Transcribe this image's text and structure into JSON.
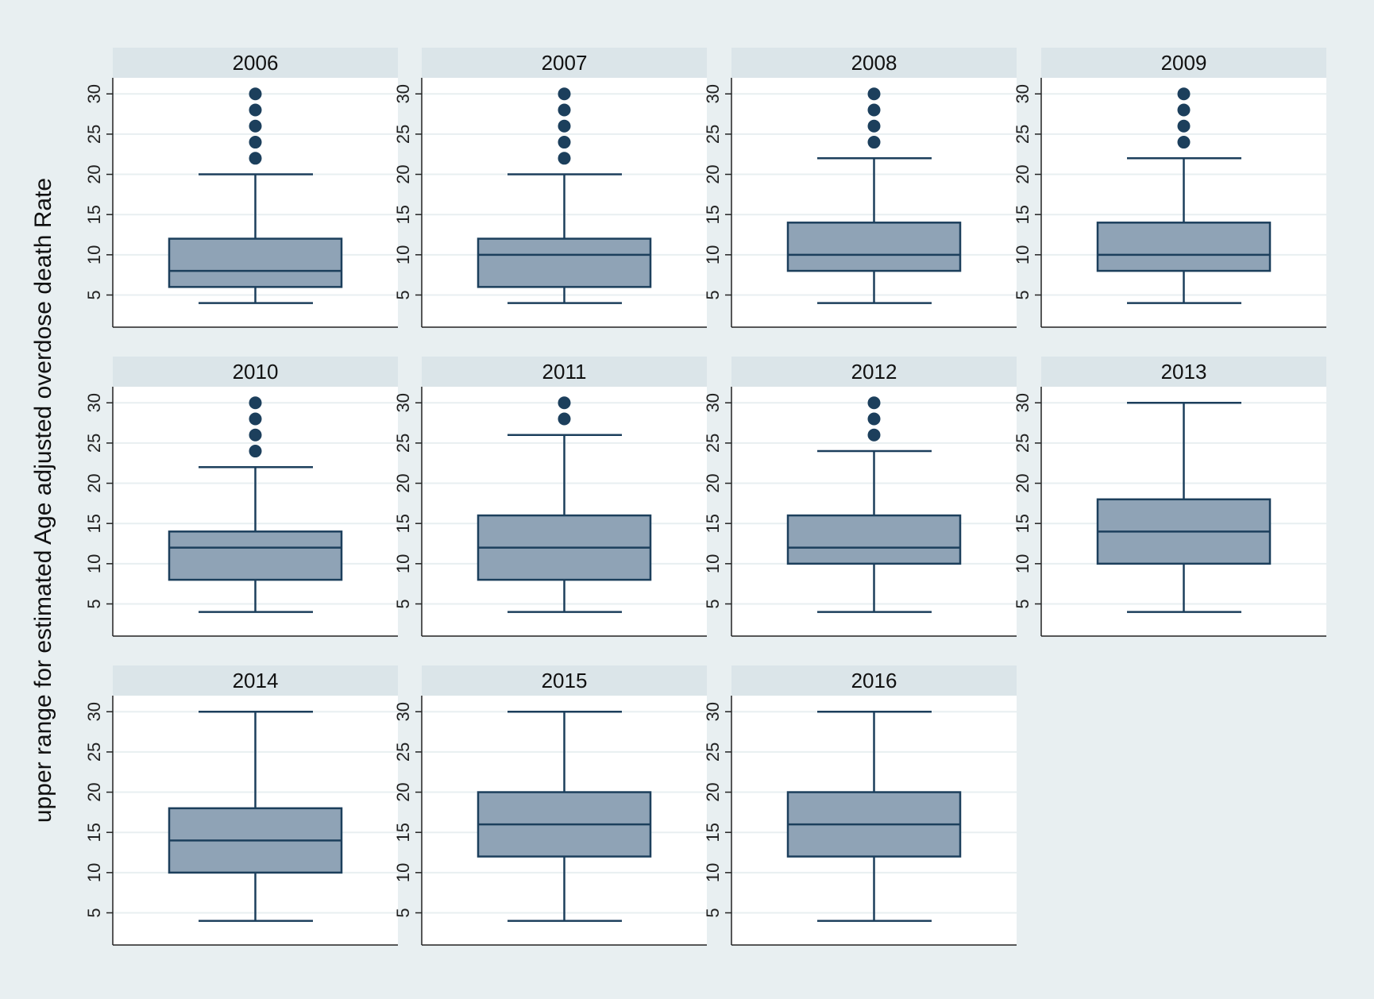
{
  "chart_data": {
    "type": "box",
    "ylabel": "upper range for estimated Age adjusted overdose death Rate",
    "ylim": [
      1,
      32
    ],
    "yticks": [
      5,
      10,
      15,
      20,
      25,
      30
    ],
    "grid": true,
    "panels": [
      {
        "title": "2006",
        "min": 4,
        "q1": 6,
        "median": 8,
        "q3": 12,
        "max": 20,
        "outliers": [
          22,
          24,
          26,
          28,
          30
        ]
      },
      {
        "title": "2007",
        "min": 4,
        "q1": 6,
        "median": 10,
        "q3": 12,
        "max": 20,
        "outliers": [
          22,
          24,
          26,
          28,
          30
        ]
      },
      {
        "title": "2008",
        "min": 4,
        "q1": 8,
        "median": 10,
        "q3": 14,
        "max": 22,
        "outliers": [
          24,
          26,
          28,
          30
        ]
      },
      {
        "title": "2009",
        "min": 4,
        "q1": 8,
        "median": 10,
        "q3": 14,
        "max": 22,
        "outliers": [
          24,
          26,
          28,
          30
        ]
      },
      {
        "title": "2010",
        "min": 4,
        "q1": 8,
        "median": 12,
        "q3": 14,
        "max": 22,
        "outliers": [
          24,
          26,
          28,
          30
        ]
      },
      {
        "title": "2011",
        "min": 4,
        "q1": 8,
        "median": 12,
        "q3": 16,
        "max": 26,
        "outliers": [
          28,
          30
        ]
      },
      {
        "title": "2012",
        "min": 4,
        "q1": 10,
        "median": 12,
        "q3": 16,
        "max": 24,
        "outliers": [
          26,
          28,
          30
        ]
      },
      {
        "title": "2013",
        "min": 4,
        "q1": 10,
        "median": 14,
        "q3": 18,
        "max": 30,
        "outliers": []
      },
      {
        "title": "2014",
        "min": 4,
        "q1": 10,
        "median": 14,
        "q3": 18,
        "max": 30,
        "outliers": []
      },
      {
        "title": "2015",
        "min": 4,
        "q1": 12,
        "median": 16,
        "q3": 20,
        "max": 30,
        "outliers": []
      },
      {
        "title": "2016",
        "min": 4,
        "q1": 12,
        "median": 16,
        "q3": 20,
        "max": 30,
        "outliers": []
      }
    ]
  },
  "colors": {
    "box_fill": "#8fa3b6",
    "box_line": "#1c3f5c",
    "panel_header": "#dbe5e9",
    "background": "#e8eff1"
  }
}
